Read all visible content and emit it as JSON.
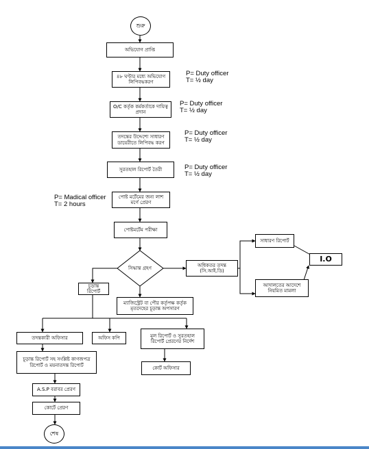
{
  "nodes": {
    "start": "শুরু",
    "receive": "অভিযোগ প্রাপ্তি",
    "record": "৪৮ ঘণ্টার মধ্যে অভিযোগ লিপিবদ্ধকরণ",
    "oc_assign": "O/C কর্তৃক কর্মকর্তাকে দায়িত্ব প্রদান",
    "gd_entry": "তদন্তের উদ্দেশ্যে সাধারণ ডায়েরীতে লিপিবদ্ধ করণ",
    "inquest": "সুরতহাল রিপোর্ট তৈরী",
    "send_body": "পোষ্ট মর্টেমের জন্য লাশ মর্গে প্রেরণ",
    "postmortem": "পোষ্টমর্টেম পরীক্ষা",
    "decision": "সিদ্ধান্ত গ্রহণ",
    "further_inquiry": "অধিকতর তদন্ত\n(সি.আই.ডি)",
    "general_report": "সাধারণ রিপোর্ট",
    "court_case": "আদালতের আদেশে নিয়মিত মামলা",
    "io": "I.O",
    "final_report": "চূড়ান্ত রিপোর্ট",
    "magistrate": "ম্যাজিস্ট্রেট বা পৌর কর্তৃপক্ষ কর্তৃক মৃতদেহের চূড়ান্ত অপসারণ",
    "investigating_officer": "তদন্তকারী অফিসার",
    "office_copy": "অফিস কপি",
    "original_report": "মূল রিপোর্ট ও সুরতহাল রিপোর্ট প্রেরণের নির্দেশ",
    "final_with_docs": "চূড়ান্ত রিপোর্ট সহ সংশ্লিষ্ট কাগজপত্র রিপোর্ট ও ময়নাতদন্ত রিপোর্ট",
    "asp": "A.S.P বরাবর প্রেরণ",
    "court_officer": "কোর্ট অফিসার",
    "send_court": "কোর্টে প্রেরণ",
    "end": "শেষ"
  },
  "notes": {
    "record_note": "P= Duty officer\nT= ½ day",
    "oc_note": "P= Duty officer\nT= ½ day",
    "gd_note": "P= Duty officer\nT= ½ day",
    "inquest_note": "P= Duty officer\nT= ½ day",
    "medical_note": "P= Madical officer\nT= 2 hours"
  },
  "colors": {
    "line": "#000000",
    "bottom_bar": "#4a86c8"
  }
}
